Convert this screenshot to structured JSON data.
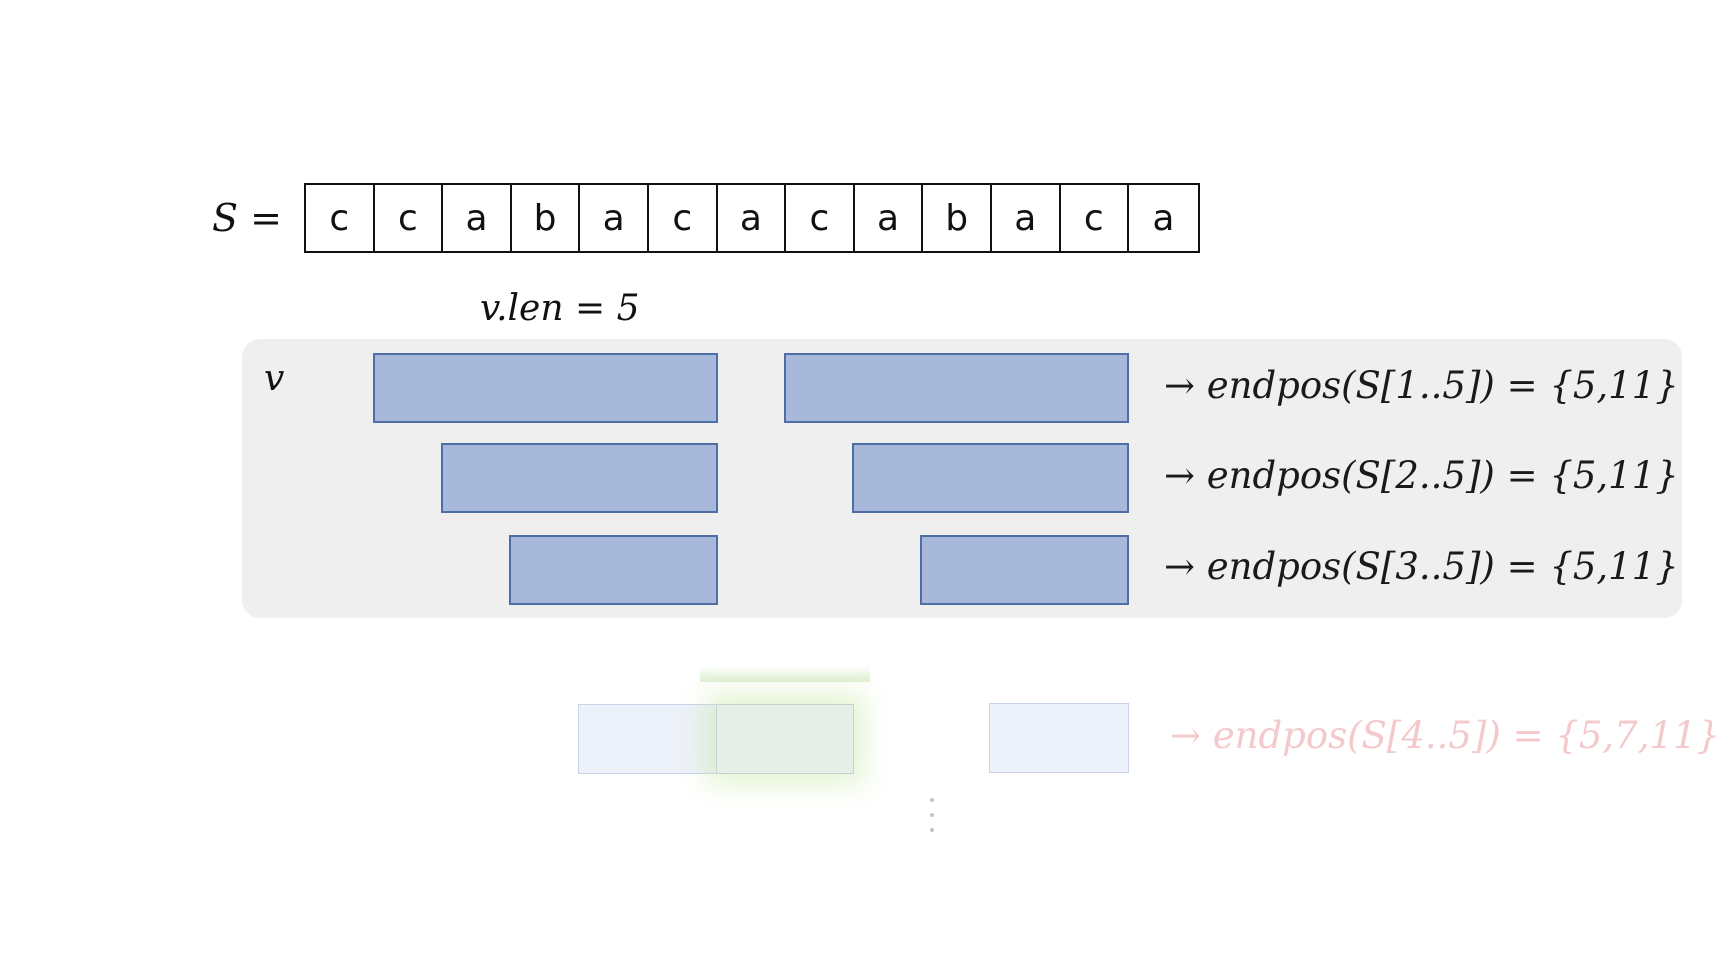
{
  "sequence": {
    "label_var": "S",
    "label_eq": "=",
    "chars": [
      "c",
      "c",
      "a",
      "b",
      "a",
      "c",
      "a",
      "c",
      "a",
      "b",
      "a",
      "c",
      "a"
    ]
  },
  "state": {
    "vlen_text": "v.len = 5",
    "name": "v"
  },
  "rows": [
    {
      "arrow_text": "→ endpos(S[1..5]) = {5,11}"
    },
    {
      "arrow_text": "→ endpos(S[2..5]) = {5,11}"
    },
    {
      "arrow_text": "→ endpos(S[3..5]) = {5,11}"
    },
    {
      "arrow_text": "→ endpos(S[4..5]) = {5,7,11}"
    }
  ],
  "ellipsis": "⋮",
  "colors": {
    "bar_fill": "#a7b8da",
    "bar_border": "#4f6ea6",
    "panel_bg": "#efefef",
    "faded_text": "#f3c9cc"
  }
}
